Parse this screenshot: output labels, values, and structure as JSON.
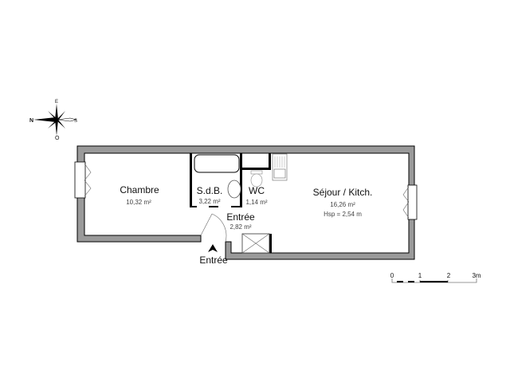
{
  "compass": {
    "north": "N",
    "east": "E",
    "south": "S",
    "west": "O"
  },
  "rooms": [
    {
      "name": "Chambre",
      "area": "10,32 m²"
    },
    {
      "name": "S.d.B.",
      "area": "3,22 m²"
    },
    {
      "name": "WC",
      "area": "1,14 m²"
    },
    {
      "name": "Entrée",
      "area": "2,82 m²"
    },
    {
      "name": "Séjour / Kitch.",
      "area": "16,26 m²",
      "height": "Hsp = 2,54 m"
    }
  ],
  "entrance_label": "Entrée",
  "scale": {
    "ticks": [
      "0",
      "1",
      "2",
      "3m"
    ]
  },
  "colors": {
    "wall_fill": "#9a9a9a",
    "wall_stroke": "#000000"
  }
}
